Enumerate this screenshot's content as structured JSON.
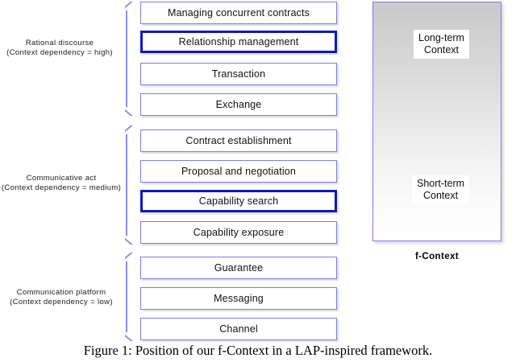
{
  "figure": {
    "caption": "Figure 1: Position of our f-Context in a LAP-inspired framework.",
    "accent_blue": "#7b7bee",
    "highlight_blue": "#0a18c8",
    "bracket_blue": "#8c8cf0"
  },
  "groups": [
    {
      "id": "rational-discourse",
      "label_line1": "Rational discourse",
      "label_line2": "(Context dependency = high)"
    },
    {
      "id": "communicative-act",
      "label_line1": "Communicative act",
      "label_line2": "(Context dependency = medium)"
    },
    {
      "id": "communication-platform",
      "label_line1": "Communication platform",
      "label_line2": "(Context dependency = low)"
    }
  ],
  "stages": [
    {
      "label": "Managing concurrent contracts",
      "highlighted": false
    },
    {
      "label": "Relationship management",
      "highlighted": true
    },
    {
      "label": "Transaction",
      "highlighted": false
    },
    {
      "label": "Exchange",
      "highlighted": false
    },
    {
      "label": "Contract establishment",
      "highlighted": false
    },
    {
      "label": "Proposal and negotiation",
      "highlighted": false
    },
    {
      "label": "Capability search",
      "highlighted": true
    },
    {
      "label": "Capability exposure",
      "highlighted": false
    },
    {
      "label": "Guarantee",
      "highlighted": false
    },
    {
      "label": "Messaging",
      "highlighted": false
    },
    {
      "label": "Channel",
      "highlighted": false
    }
  ],
  "context_panel": {
    "long_term": {
      "line1": "Long-term",
      "line2": "Context"
    },
    "short_term": {
      "line1": "Short-term",
      "line2": "Context"
    },
    "panel_caption": "f-Context"
  }
}
